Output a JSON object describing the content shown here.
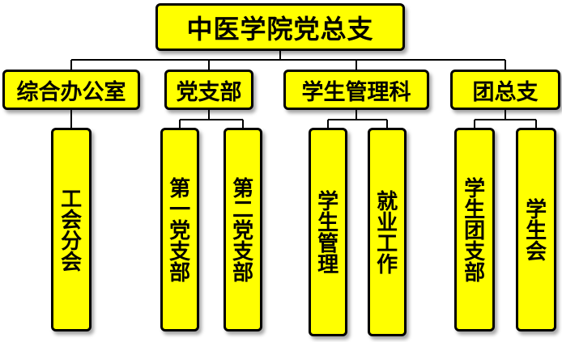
{
  "root": {
    "label": "中医学院党总支"
  },
  "departments": [
    {
      "label": "综合办公室",
      "children": [
        "工会分会"
      ]
    },
    {
      "label": "党支部",
      "children": [
        "第一党支部",
        "第二党支部"
      ]
    },
    {
      "label": "学生管理科",
      "children": [
        "学生管理",
        "就业工作"
      ]
    },
    {
      "label": "团总支",
      "children": [
        "学生团支部",
        "学生会"
      ]
    }
  ],
  "colors": {
    "box_fill": "#ffff00",
    "border": "#000000",
    "connector": "#000000"
  }
}
